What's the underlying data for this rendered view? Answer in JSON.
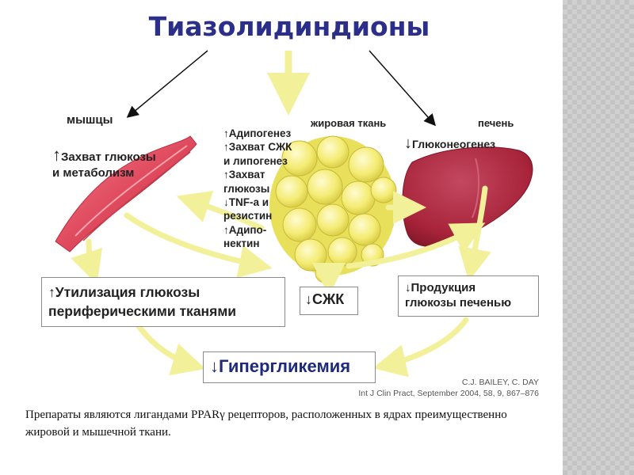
{
  "title": "Тиазолидиндионы",
  "organs": {
    "muscle": "мышцы",
    "adipose": "жировая ткань",
    "liver": "печень"
  },
  "muscle_effect": {
    "arrow": "↑",
    "line1": "Захват глюкозы",
    "line2": "и метаболизм"
  },
  "adipose_effects": [
    "↑Адипогенез",
    "↑Захват СЖК",
    "и липогенез",
    "↑Захват",
    "глюкозы",
    "↓TNF-a и",
    "резистин",
    "↑Адипо-",
    "нектин"
  ],
  "liver_effect": {
    "arrow": "↓",
    "text": "Глюконеогенез"
  },
  "boxes": {
    "utilization": {
      "line1": "↑Утилизация глюкозы",
      "line2": "периферическими тканями"
    },
    "ffa": "↓СЖК",
    "liver_production": {
      "line1": "↓Продукция",
      "line2": "глюкозы печенью"
    },
    "hyperglycemia": "↓Гипергликемия"
  },
  "citation": {
    "line1": "C.J. BAILEY, C. DAY",
    "line2": "Int J Clin Pract, September 2004, 58, 9, 867–876"
  },
  "caption": "Препараты являются лигандами PPARγ рецепторов, расположенных в ядрах преимущественно жировой и мышечной ткани.",
  "colors": {
    "title": "#2b2f8a",
    "muscle": "#e04a5e",
    "adipose": "#f3ec6a",
    "liver": "#a8243a",
    "arrows_yellow": "#f2f19a",
    "hyperglycemia": "#1f2a7a"
  }
}
